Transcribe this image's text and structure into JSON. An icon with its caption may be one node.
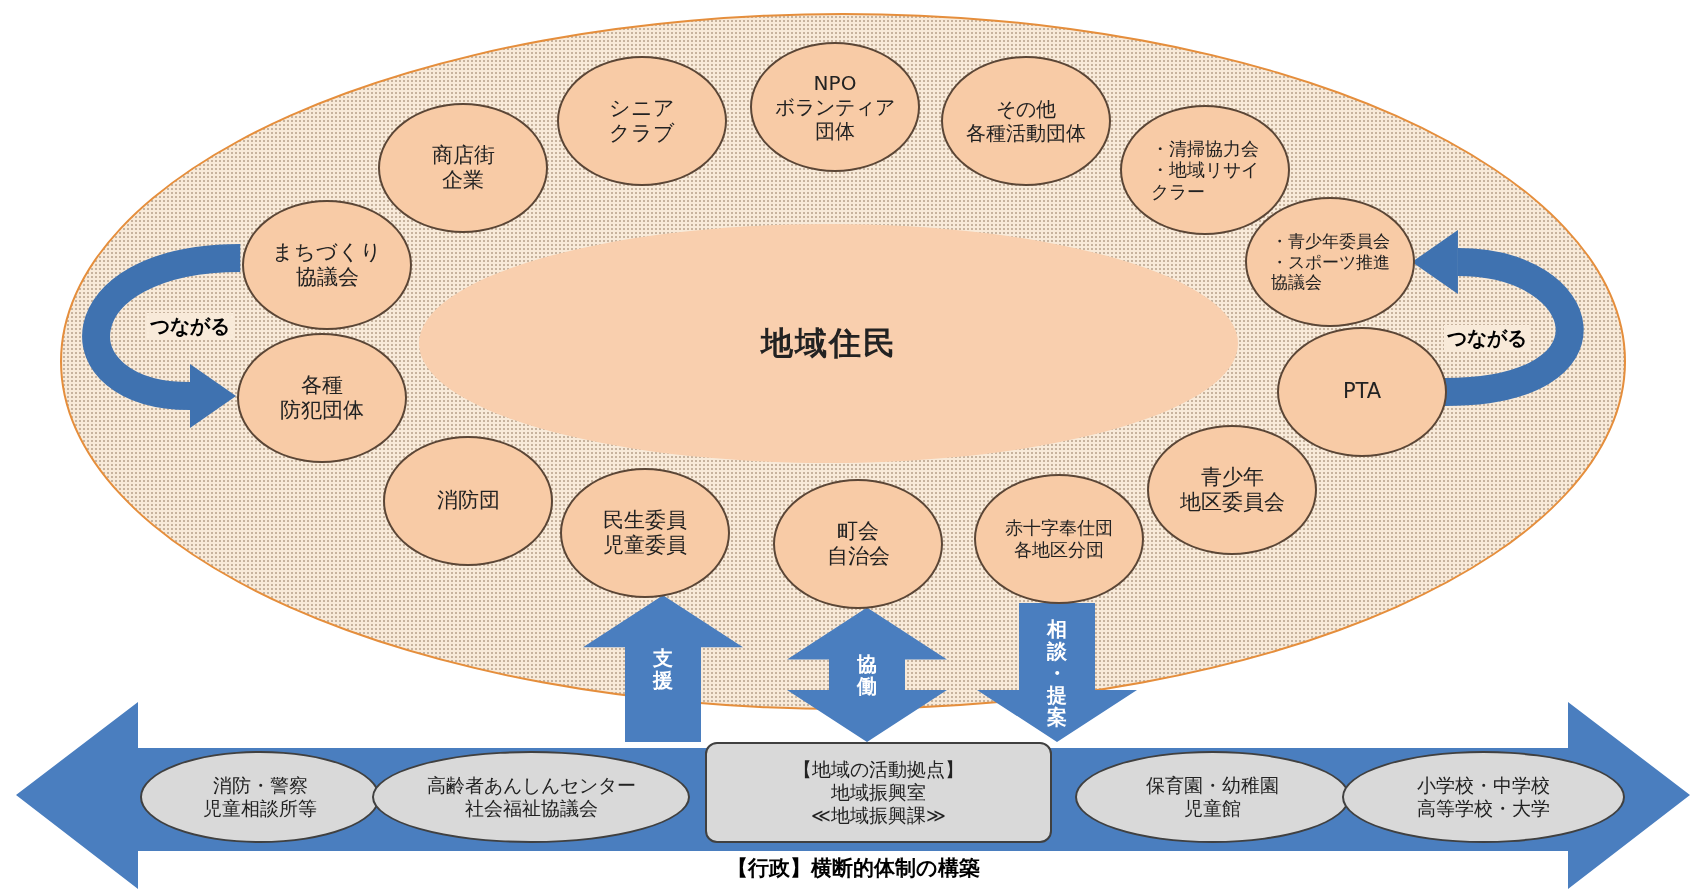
{
  "diagram": {
    "nodes": [
      {
        "text": [],
        "shape": "circle"
      },
      {
        "text": [
          "地域住民"
        ],
        "in": 0
      },
      {
        "text": [
          "まちづくり協議会"
        ],
        "in": 0
      },
      {
        "text": [
          "商店街企業"
        ],
        "in": 0
      },
      {
        "text": [
          "シニアクラブ"
        ],
        "in": 0
      },
      {
        "text": [
          "NPOボランティア団体"
        ],
        "in": 0
      },
      {
        "text": [
          "その他各種活動団体"
        ],
        "in": 0
      },
      {
        "text": [
          "・清掃協力会",
          "・地域リサイクラー"
        ],
        "in": 0
      },
      {
        "text": [
          "・青少年委員会",
          "・スポーツ推進協議会"
        ],
        "in": 0
      },
      {
        "text": [
          "PTA"
        ],
        "in": 0
      },
      {
        "text": [
          "青少年地区委員会"
        ],
        "in": 0
      },
      {
        "text": [
          "赤十字奉仕団各地区分団"
        ],
        "in": 0
      },
      {
        "text": [
          "町会自治会"
        ],
        "in": 0
      },
      {
        "text": [
          "民生委員児童委員"
        ],
        "in": 0
      },
      {
        "text": [
          "消防団"
        ],
        "in": 0
      },
      {
        "text": [
          "各種防犯団体"
        ],
        "in": 0
      },
      {
        "text": [
          "【行政】横断的体制の構築"
        ]
      },
      {
        "text": [
          "消防・警察児童相談所等"
        ],
        "in": 16
      },
      {
        "text": [
          "高齢者あんしんセンター社会福祉協議会"
        ],
        "in": 16
      },
      {
        "text": [
          "【地域の活動拠点】",
          "地域振興室",
          "≪地域振興課≫"
        ],
        "in": 16
      },
      {
        "text": [
          "保育園・幼稚園児童館"
        ],
        "in": 16
      },
      {
        "text": [
          "小学校・中学校高等学校・大学"
        ],
        "in": 16
      }
    ],
    "edges": [
      {
        "from": 2,
        "to": 15,
        "arrow": "to",
        "label": "つながる"
      },
      {
        "from": 9,
        "to": 8,
        "arrow": "to",
        "label": "つながる"
      },
      {
        "from": 16,
        "to": 13,
        "arrow": "to",
        "label": "支援"
      },
      {
        "from": 16,
        "to": 12,
        "arrow": "both",
        "label": "協働"
      },
      {
        "from": 11,
        "to": 16,
        "arrow": "to",
        "label": "相談・提案"
      }
    ]
  }
}
